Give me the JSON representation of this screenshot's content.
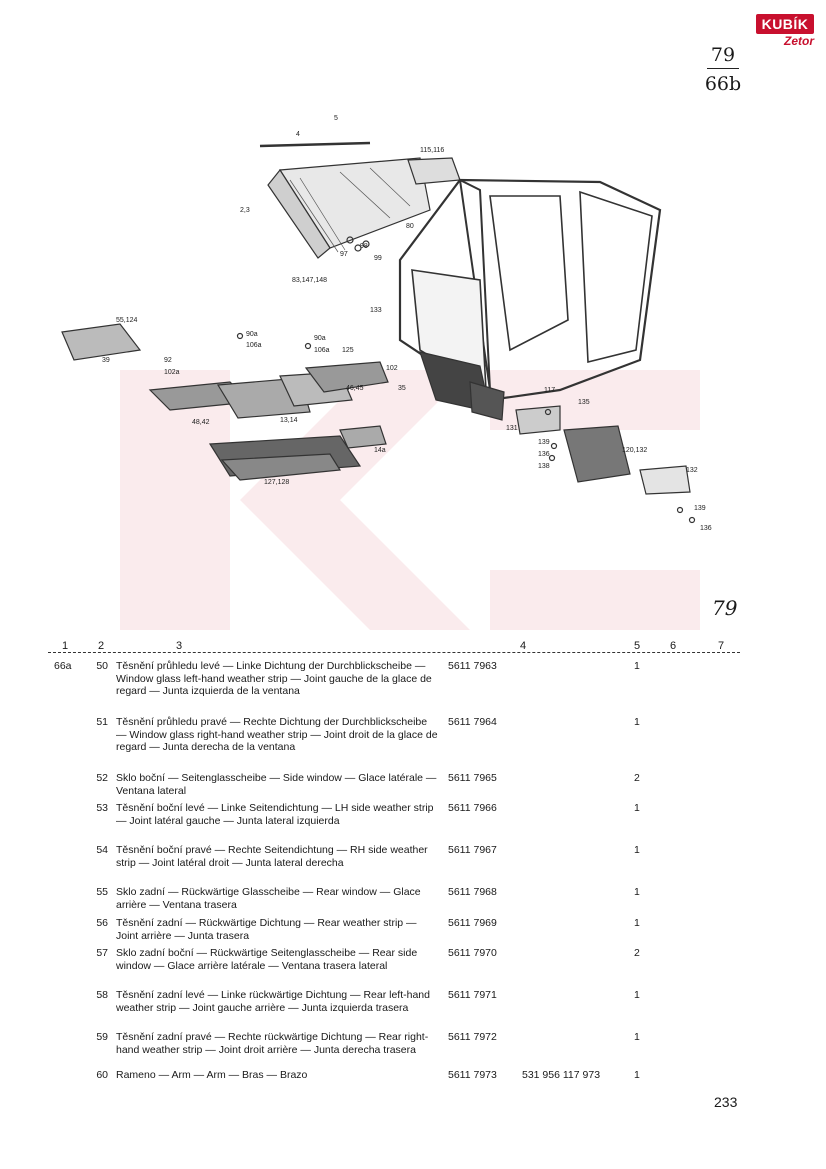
{
  "header": {
    "logo_top": "KUBÍK",
    "logo_bottom": "Zetor",
    "ref_number": "79",
    "ref_group": "66b"
  },
  "figure": {
    "number": "79",
    "labels": [
      "4",
      "5",
      "2,3",
      "115,116",
      "80",
      "83,147,148",
      "133",
      "90a",
      "106a",
      "97",
      "99",
      "98",
      "92",
      "90a",
      "106a",
      "102a",
      "125",
      "39",
      "55,124",
      "102",
      "35",
      "46,45",
      "48,42",
      "13,14",
      "127,128",
      "14a",
      "131",
      "117",
      "135",
      "139",
      "136",
      "138",
      "120,132",
      "132",
      "139",
      "136"
    ]
  },
  "table": {
    "columns": [
      "1",
      "2",
      "3",
      "4",
      "5",
      "6",
      "7"
    ],
    "rows": [
      {
        "group": "66a",
        "pos": "50",
        "desc": "Těsnění průhledu levé — Linke Dichtung der Durchblickscheibe — Window glass left-hand weather strip — Joint gauche de la glace de regard — Junta izquierda de la ventana",
        "part": "5611 7963",
        "alt": "",
        "qty": "1"
      },
      {
        "group": "",
        "pos": "51",
        "desc": "Těsnění průhledu pravé — Rechte Dichtung der Durchblickscheibe — Window glass right-hand weather strip — Joint droit de la glace de regard — Junta derecha de la ventana",
        "part": "5611 7964",
        "alt": "",
        "qty": "1"
      },
      {
        "group": "",
        "pos": "52",
        "desc": "Sklo boční — Seitenglasscheibe — Side window — Glace latérale — Ventana lateral",
        "part": "5611 7965",
        "alt": "",
        "qty": "2"
      },
      {
        "group": "",
        "pos": "53",
        "desc": "Těsnění boční levé — Linke Seitendichtung — LH side weather strip — Joint latéral gauche — Junta lateral izquierda",
        "part": "5611 7966",
        "alt": "",
        "qty": "1"
      },
      {
        "group": "",
        "pos": "54",
        "desc": "Těsnění boční pravé — Rechte Seitendichtung — RH side weather strip — Joint latéral droit — Junta lateral derecha",
        "part": "5611 7967",
        "alt": "",
        "qty": "1"
      },
      {
        "group": "",
        "pos": "55",
        "desc": "Sklo zadní — Rückwärtige Glasscheibe — Rear window — Glace arrière — Ventana trasera",
        "part": "5611 7968",
        "alt": "",
        "qty": "1"
      },
      {
        "group": "",
        "pos": "56",
        "desc": "Těsnění zadní — Rückwärtige Dichtung — Rear weather strip — Joint arrière — Junta trasera",
        "part": "5611 7969",
        "alt": "",
        "qty": "1"
      },
      {
        "group": "",
        "pos": "57",
        "desc": "Sklo zadní boční — Rückwärtige Seitenglasscheibe — Rear side window — Glace arrière latérale — Ventana trasera lateral",
        "part": "5611 7970",
        "alt": "",
        "qty": "2"
      },
      {
        "group": "",
        "pos": "58",
        "desc": "Těsnění zadní levé — Linke rückwärtige Dichtung — Rear left-hand weather strip — Joint gauche arrière — Junta izquierda trasera",
        "part": "5611 7971",
        "alt": "",
        "qty": "1"
      },
      {
        "group": "",
        "pos": "59",
        "desc": "Těsnění zadní pravé — Rechte rückwärtige Dichtung — Rear right-hand weather strip — Joint droit arrière — Junta derecha trasera",
        "part": "5611 7972",
        "alt": "",
        "qty": "1"
      },
      {
        "group": "",
        "pos": "60",
        "desc": "Rameno — Arm — Arm — Bras — Brazo",
        "part": "5611 7973",
        "alt": "531 956 117 973",
        "qty": "1"
      }
    ]
  },
  "footer": {
    "page_number": "233"
  }
}
